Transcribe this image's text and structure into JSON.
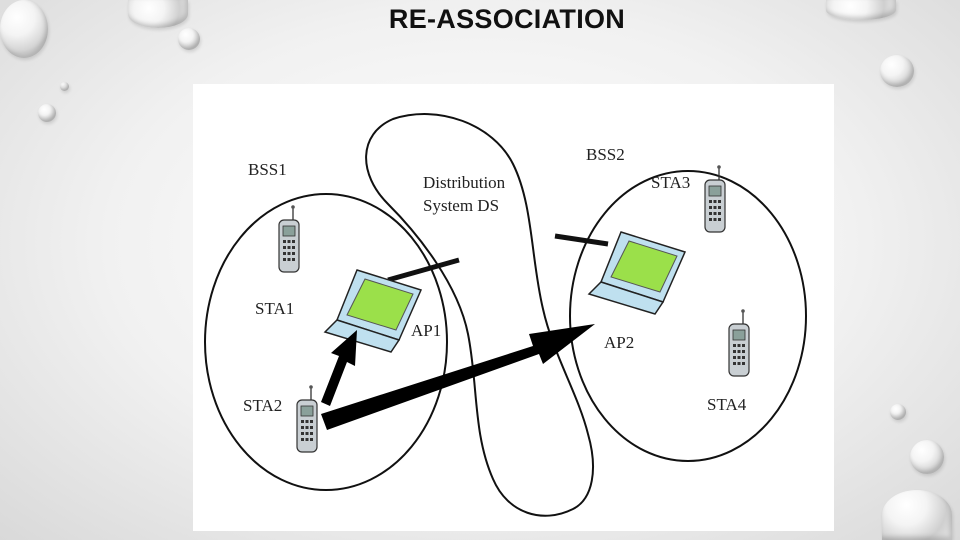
{
  "slide": {
    "title": "RE-ASSOCIATION"
  },
  "diagram": {
    "bss1_label": "BSS1",
    "bss2_label": "BSS2",
    "ds_label_line1": "Distribution",
    "ds_label_line2": "System DS",
    "sta1_label": "STA1",
    "sta2_label": "STA2",
    "sta3_label": "STA3",
    "sta4_label": "STA4",
    "ap1_label": "AP1",
    "ap2_label": "AP2"
  },
  "icons": {
    "mobile_station": "mobile-phone-icon",
    "access_point": "laptop-icon",
    "decor": "water-drop-icon"
  },
  "colors": {
    "laptop_screen": "#9be04a",
    "laptop_body": "#bfe0ef",
    "arrow": "#000000",
    "outline": "#111111"
  }
}
